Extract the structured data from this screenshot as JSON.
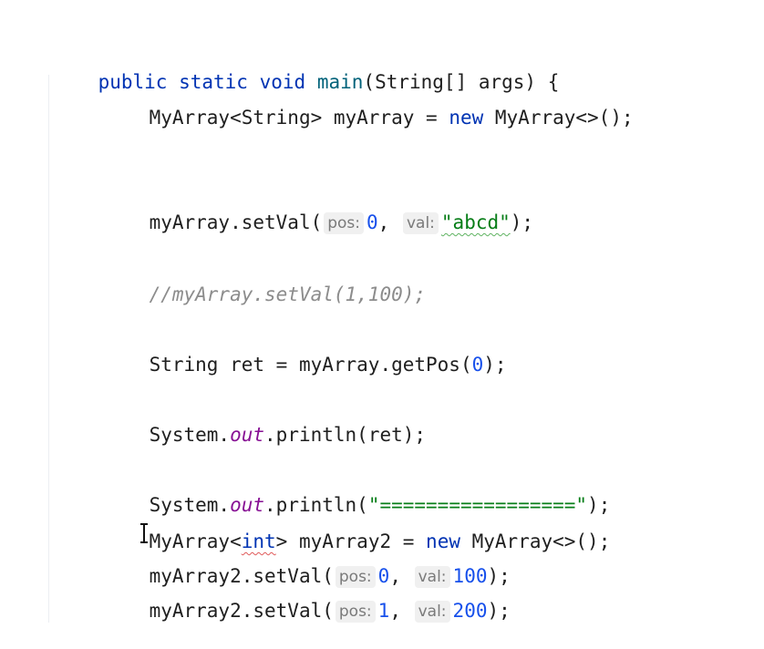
{
  "editor": {
    "lines": {
      "signature": {
        "kw1": "public",
        "kw2": "static",
        "kw3": "void",
        "name": "main",
        "params": "(String[] args) {"
      },
      "decl1": {
        "type": "MyArray<String> myArray = ",
        "kw": "new",
        "rest": " MyArray<>();"
      },
      "setval1": {
        "call": "myArray.setVal(",
        "hint_pos": "pos:",
        "pos": "0",
        "comma": ", ",
        "hint_val": "val:",
        "val": "\"abcd\"",
        "end": ");"
      },
      "comment": "//myArray.setVal(1,100);",
      "getpos": {
        "pre": "String ret = myArray.getPos(",
        "num": "0",
        "end": ");"
      },
      "println1": {
        "pre": "System.",
        "field": "out",
        "rest": ".println(ret);"
      },
      "println2": {
        "pre": "System.",
        "field": "out",
        "mid": ".println(",
        "str": "\"=================\"",
        "end": ");"
      },
      "decl2": {
        "pre": "MyArray<",
        "type_err": "int",
        "mid": "> myArray2 = ",
        "kw": "new",
        "rest": " MyArray<>();"
      },
      "setval2": {
        "call": "myArray2.setVal(",
        "hint_pos": "pos:",
        "pos": "0",
        "comma": ", ",
        "hint_val": "val:",
        "val": "100",
        "end": ");"
      },
      "setval3": {
        "call": "myArray2.setVal(",
        "hint_pos": "pos:",
        "pos": "1",
        "comma": ", ",
        "hint_val": "val:",
        "val": "200",
        "end": ");"
      }
    }
  },
  "colors": {
    "keyword": "#0033b3",
    "method": "#00627a",
    "string": "#067d17",
    "number": "#1750eb",
    "static_field": "#871094",
    "comment": "#8c8c8c"
  }
}
